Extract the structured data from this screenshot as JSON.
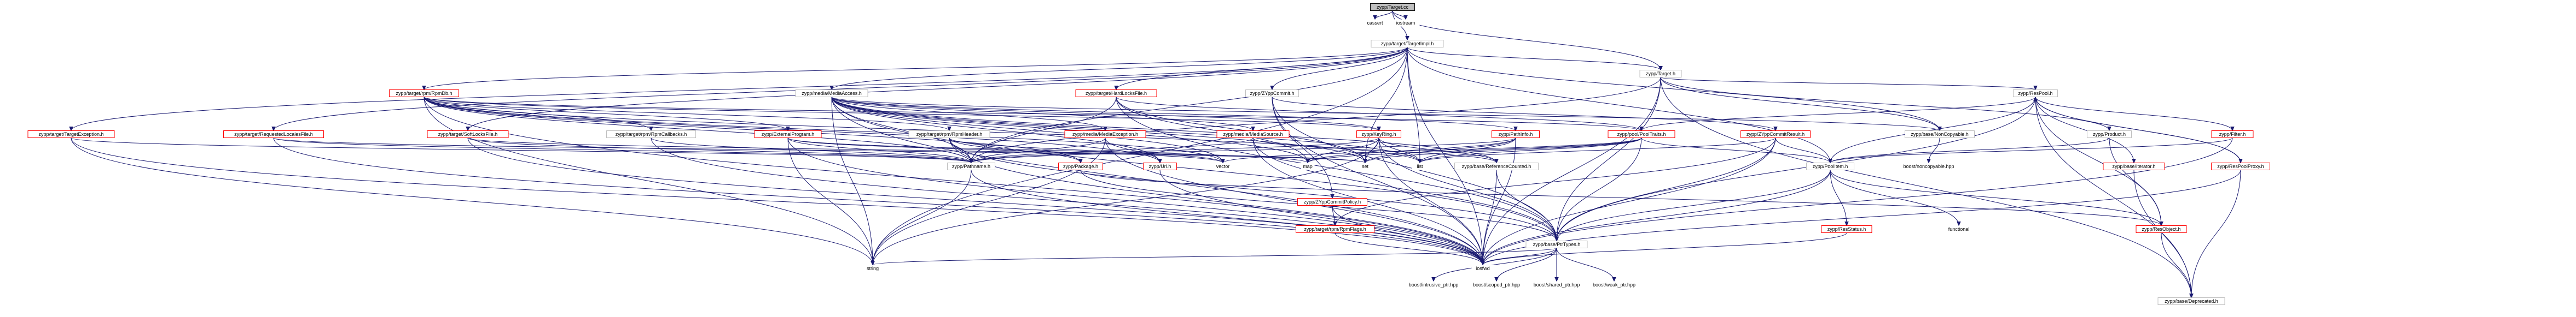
{
  "diagram": {
    "nodes": [
      {
        "id": "n0",
        "label": "zypp/Target.cc",
        "style": "root"
      },
      {
        "id": "n1",
        "label": "cassert",
        "style": "plain"
      },
      {
        "id": "n2",
        "label": "iostream",
        "style": "plain"
      },
      {
        "id": "n3",
        "label": "zypp/target/TargetImpl.h",
        "style": "box"
      },
      {
        "id": "n4",
        "label": "zypp/Target.h",
        "style": "box"
      },
      {
        "id": "n5",
        "label": "zypp/target/rpm/RpmDb.h",
        "style": "red"
      },
      {
        "id": "n6",
        "label": "zypp/media/MediaAccess.h",
        "style": "box"
      },
      {
        "id": "n7",
        "label": "zypp/target/HardLocksFile.h",
        "style": "red"
      },
      {
        "id": "n8",
        "label": "zypp/ZYppCommit.h",
        "style": "box"
      },
      {
        "id": "n9",
        "label": "zypp/ResPool.h",
        "style": "box"
      },
      {
        "id": "n10",
        "label": "zypp/target/TargetException.h",
        "style": "red"
      },
      {
        "id": "n11",
        "label": "zypp/target/RequestedLocalesFile.h",
        "style": "red"
      },
      {
        "id": "n12",
        "label": "zypp/target/SoftLocksFile.h",
        "style": "red"
      },
      {
        "id": "n13",
        "label": "zypp/target/rpm/RpmCallbacks.h",
        "style": "box"
      },
      {
        "id": "n14",
        "label": "zypp/ExternalProgram.h",
        "style": "red"
      },
      {
        "id": "n15",
        "label": "zypp/target/rpm/RpmHeader.h",
        "style": "box"
      },
      {
        "id": "n16",
        "label": "zypp/media/MediaException.h",
        "style": "red"
      },
      {
        "id": "n17",
        "label": "zypp/media/MediaSource.h",
        "style": "red"
      },
      {
        "id": "n18",
        "label": "zypp/KeyRing.h",
        "style": "red"
      },
      {
        "id": "n19",
        "label": "zypp/PathInfo.h",
        "style": "red"
      },
      {
        "id": "n20",
        "label": "zypp/pool/PoolTraits.h",
        "style": "red"
      },
      {
        "id": "n21",
        "label": "zypp/ZYppCommitResult.h",
        "style": "red"
      },
      {
        "id": "n22",
        "label": "zypp/base/NonCopyable.h",
        "style": "box"
      },
      {
        "id": "n23",
        "label": "zypp/Product.h",
        "style": "box"
      },
      {
        "id": "n24",
        "label": "zypp/Filter.h",
        "style": "red"
      },
      {
        "id": "n25",
        "label": "zypp/Pathname.h",
        "style": "box"
      },
      {
        "id": "n26",
        "label": "zypp/Package.h",
        "style": "red"
      },
      {
        "id": "n27",
        "label": "zypp/Url.h",
        "style": "red"
      },
      {
        "id": "n28",
        "label": "vector",
        "style": "plain"
      },
      {
        "id": "n29",
        "label": "map",
        "style": "plain"
      },
      {
        "id": "n30",
        "label": "set",
        "style": "plain"
      },
      {
        "id": "n31",
        "label": "list",
        "style": "plain"
      },
      {
        "id": "n32",
        "label": "zypp/base/ReferenceCounted.h",
        "style": "box"
      },
      {
        "id": "n33",
        "label": "zypp/PoolItem.h",
        "style": "box"
      },
      {
        "id": "n34",
        "label": "boost/noncopyable.hpp",
        "style": "plain"
      },
      {
        "id": "n35",
        "label": "zypp/base/Iterator.h",
        "style": "red"
      },
      {
        "id": "n36",
        "label": "zypp/ResPoolProxy.h",
        "style": "red"
      },
      {
        "id": "n37",
        "label": "zypp/ZYppCommitPolicy.h",
        "style": "red"
      },
      {
        "id": "n38",
        "label": "zypp/target/rpm/RpmFlags.h",
        "style": "red"
      },
      {
        "id": "n39",
        "label": "zypp/base/PtrTypes.h",
        "style": "box"
      },
      {
        "id": "n40",
        "label": "zypp/ResStatus.h",
        "style": "red"
      },
      {
        "id": "n41",
        "label": "functional",
        "style": "plain"
      },
      {
        "id": "n42",
        "label": "zypp/ResObject.h",
        "style": "red"
      },
      {
        "id": "n43",
        "label": "string",
        "style": "plain"
      },
      {
        "id": "n44",
        "label": "iosfwd",
        "style": "plain"
      },
      {
        "id": "n45",
        "label": "boost/intrusive_ptr.hpp",
        "style": "plain"
      },
      {
        "id": "n46",
        "label": "boost/scoped_ptr.hpp",
        "style": "plain"
      },
      {
        "id": "n47",
        "label": "boost/shared_ptr.hpp",
        "style": "plain"
      },
      {
        "id": "n48",
        "label": "boost/weak_ptr.hpp",
        "style": "plain"
      },
      {
        "id": "n49",
        "label": "zypp/base/Deprecated.h",
        "style": "box"
      }
    ],
    "edges": [
      [
        "n0",
        "n1"
      ],
      [
        "n0",
        "n2"
      ],
      [
        "n0",
        "n3"
      ],
      [
        "n0",
        "n4"
      ],
      [
        "n3",
        "n4"
      ],
      [
        "n3",
        "n5"
      ],
      [
        "n3",
        "n6"
      ],
      [
        "n3",
        "n7"
      ],
      [
        "n3",
        "n8"
      ],
      [
        "n3",
        "n10"
      ],
      [
        "n3",
        "n11"
      ],
      [
        "n3",
        "n12"
      ],
      [
        "n3",
        "n22"
      ],
      [
        "n3",
        "n33"
      ],
      [
        "n3",
        "n30"
      ],
      [
        "n3",
        "n25"
      ],
      [
        "n3",
        "n43"
      ],
      [
        "n3",
        "n44"
      ],
      [
        "n3",
        "n31"
      ],
      [
        "n4",
        "n9"
      ],
      [
        "n4",
        "n22"
      ],
      [
        "n4",
        "n23"
      ],
      [
        "n4",
        "n25"
      ],
      [
        "n4",
        "n44"
      ],
      [
        "n4",
        "n39"
      ],
      [
        "n4",
        "n49"
      ],
      [
        "n5",
        "n13"
      ],
      [
        "n5",
        "n14"
      ],
      [
        "n5",
        "n15"
      ],
      [
        "n5",
        "n26"
      ],
      [
        "n5",
        "n27"
      ],
      [
        "n5",
        "n25"
      ],
      [
        "n5",
        "n28"
      ],
      [
        "n5",
        "n31"
      ],
      [
        "n5",
        "n43"
      ],
      [
        "n5",
        "n44"
      ],
      [
        "n5",
        "n18"
      ],
      [
        "n5",
        "n20"
      ],
      [
        "n6",
        "n16"
      ],
      [
        "n6",
        "n17"
      ],
      [
        "n6",
        "n18"
      ],
      [
        "n6",
        "n19"
      ],
      [
        "n6",
        "n25"
      ],
      [
        "n6",
        "n27"
      ],
      [
        "n6",
        "n28"
      ],
      [
        "n6",
        "n29"
      ],
      [
        "n6",
        "n30"
      ],
      [
        "n6",
        "n31"
      ],
      [
        "n6",
        "n32"
      ],
      [
        "n6",
        "n39"
      ],
      [
        "n6",
        "n43"
      ],
      [
        "n6",
        "n44"
      ],
      [
        "n6",
        "n22"
      ],
      [
        "n7",
        "n20"
      ],
      [
        "n7",
        "n25"
      ],
      [
        "n7",
        "n29"
      ],
      [
        "n7",
        "n30"
      ],
      [
        "n7",
        "n39"
      ],
      [
        "n8",
        "n21"
      ],
      [
        "n8",
        "n37"
      ],
      [
        "n8",
        "n39"
      ],
      [
        "n8",
        "n44"
      ],
      [
        "n9",
        "n20"
      ],
      [
        "n9",
        "n33"
      ],
      [
        "n9",
        "n24"
      ],
      [
        "n9",
        "n35"
      ],
      [
        "n9",
        "n36"
      ],
      [
        "n9",
        "n39"
      ],
      [
        "n9",
        "n42"
      ],
      [
        "n9",
        "n49"
      ],
      [
        "n10",
        "n25"
      ],
      [
        "n10",
        "n43"
      ],
      [
        "n10",
        "n44"
      ],
      [
        "n11",
        "n25"
      ],
      [
        "n11",
        "n30"
      ],
      [
        "n11",
        "n44"
      ],
      [
        "n12",
        "n25"
      ],
      [
        "n12",
        "n30"
      ],
      [
        "n12",
        "n44"
      ],
      [
        "n13",
        "n25"
      ],
      [
        "n13",
        "n44"
      ],
      [
        "n14",
        "n25"
      ],
      [
        "n14",
        "n28"
      ],
      [
        "n14",
        "n43"
      ],
      [
        "n14",
        "n44"
      ],
      [
        "n14",
        "n29"
      ],
      [
        "n15",
        "n25"
      ],
      [
        "n15",
        "n26"
      ],
      [
        "n15",
        "n28"
      ],
      [
        "n15",
        "n39"
      ],
      [
        "n15",
        "n44"
      ],
      [
        "n16",
        "n25"
      ],
      [
        "n16",
        "n27"
      ],
      [
        "n16",
        "n43"
      ],
      [
        "n16",
        "n44"
      ],
      [
        "n17",
        "n25"
      ],
      [
        "n17",
        "n32"
      ],
      [
        "n17",
        "n39"
      ],
      [
        "n17",
        "n44"
      ],
      [
        "n18",
        "n25"
      ],
      [
        "n18",
        "n29"
      ],
      [
        "n18",
        "n30"
      ],
      [
        "n18",
        "n31"
      ],
      [
        "n18",
        "n39"
      ],
      [
        "n18",
        "n43"
      ],
      [
        "n18",
        "n44"
      ],
      [
        "n18",
        "n32"
      ],
      [
        "n19",
        "n25"
      ],
      [
        "n19",
        "n29"
      ],
      [
        "n19",
        "n30"
      ],
      [
        "n19",
        "n31"
      ],
      [
        "n19",
        "n44"
      ],
      [
        "n20",
        "n28"
      ],
      [
        "n20",
        "n29"
      ],
      [
        "n20",
        "n30"
      ],
      [
        "n20",
        "n31"
      ],
      [
        "n20",
        "n33"
      ],
      [
        "n20",
        "n39"
      ],
      [
        "n21",
        "n31"
      ],
      [
        "n21",
        "n33"
      ],
      [
        "n21",
        "n39"
      ],
      [
        "n21",
        "n44"
      ],
      [
        "n21",
        "n38"
      ],
      [
        "n22",
        "n34"
      ],
      [
        "n23",
        "n33"
      ],
      [
        "n23",
        "n42"
      ],
      [
        "n24",
        "n33"
      ],
      [
        "n24",
        "n44"
      ],
      [
        "n25",
        "n43"
      ],
      [
        "n25",
        "n44"
      ],
      [
        "n26",
        "n39"
      ],
      [
        "n26",
        "n42"
      ],
      [
        "n27",
        "n44"
      ],
      [
        "n32",
        "n39"
      ],
      [
        "n32",
        "n44"
      ],
      [
        "n33",
        "n39"
      ],
      [
        "n33",
        "n40"
      ],
      [
        "n33",
        "n41"
      ],
      [
        "n33",
        "n42"
      ],
      [
        "n33",
        "n44"
      ],
      [
        "n35",
        "n49"
      ],
      [
        "n36",
        "n9"
      ],
      [
        "n36",
        "n44"
      ],
      [
        "n36",
        "n49"
      ],
      [
        "n37",
        "n38"
      ],
      [
        "n37",
        "n44"
      ],
      [
        "n38",
        "n44"
      ],
      [
        "n39",
        "n45"
      ],
      [
        "n39",
        "n46"
      ],
      [
        "n39",
        "n47"
      ],
      [
        "n39",
        "n48"
      ],
      [
        "n39",
        "n43"
      ],
      [
        "n39",
        "n44"
      ],
      [
        "n40",
        "n44"
      ],
      [
        "n42",
        "n49"
      ]
    ]
  }
}
